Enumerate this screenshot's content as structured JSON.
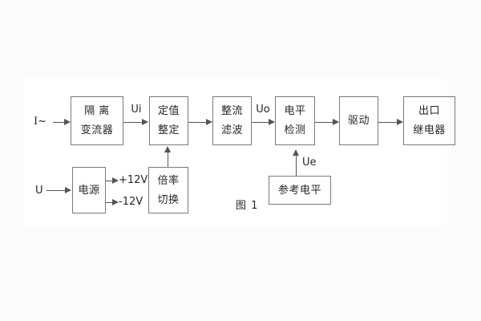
{
  "figure": {
    "caption": "图 1",
    "blocks": {
      "isolation": {
        "line1": "隔 离",
        "line2": "变流器"
      },
      "setting": {
        "line1": "定值",
        "line2": "整定"
      },
      "rectify": {
        "line1": "整流",
        "line2": "滤波"
      },
      "level": {
        "line1": "电平",
        "line2": "检测"
      },
      "drive": {
        "label": "驱动"
      },
      "relay": {
        "line1": "出口",
        "line2": "继电器"
      },
      "power": {
        "label": "电源"
      },
      "ratio": {
        "line1": "倍率",
        "line2": "切换"
      },
      "reference": {
        "label": "参考电平"
      }
    },
    "signals": {
      "current_input": "I~",
      "voltage_input": "U",
      "ui": "Ui",
      "uo": "Uo",
      "ue": "Ue",
      "plus_12v": "+12V",
      "minus_12v": "-12V"
    },
    "colors": {
      "line": "#555555",
      "text": "#262626",
      "box_border": "#7a7a7a",
      "background": "#fcfcfc",
      "panel": "#ffffff"
    }
  }
}
